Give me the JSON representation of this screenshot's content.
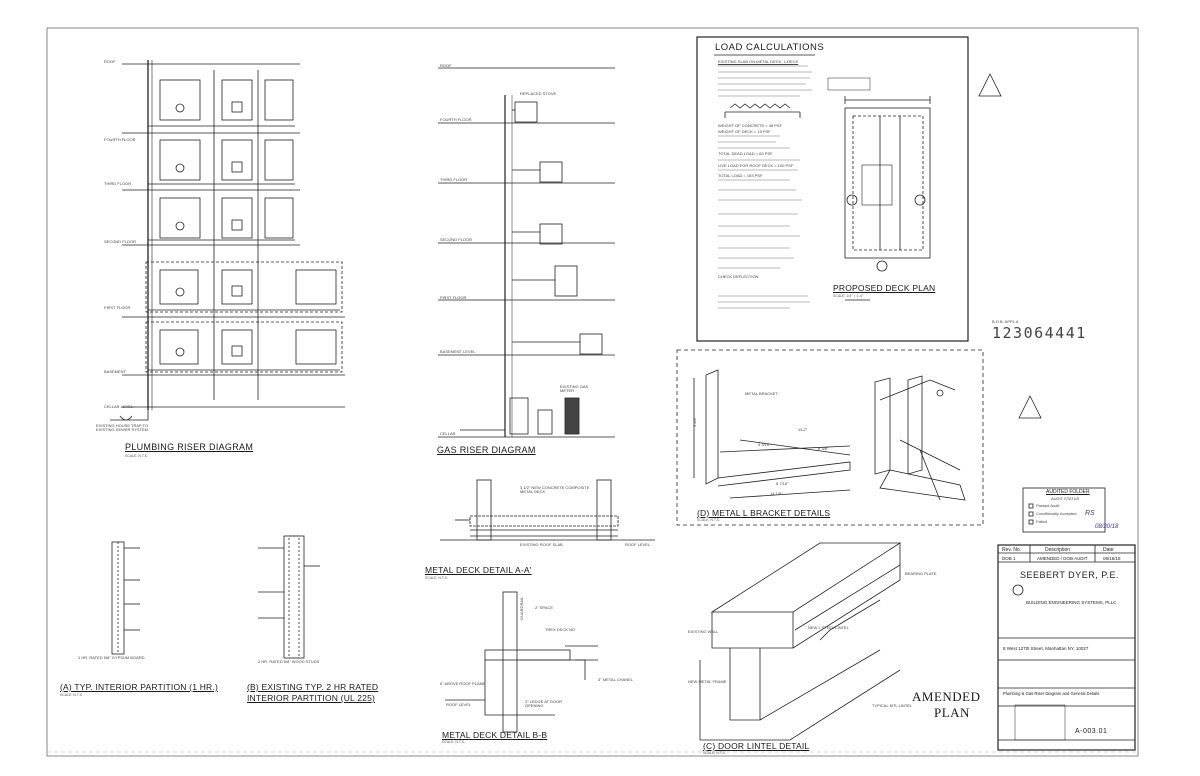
{
  "riser": {
    "title": "PLUMBING RISER DIAGRAM",
    "scale": "SCALE: N.T.S.",
    "floors": [
      "ROOF",
      "FOURTH FLOOR",
      "THIRD FLOOR",
      "SECOND FLOOR",
      "FIRST FLOOR",
      "BASEMENT",
      "CELLAR LEVEL"
    ],
    "note": "EXISTING HOUSE TRAP TO EXISTING SEWER SYSTEM"
  },
  "gas": {
    "title": "GAS RISER DIAGRAM",
    "floors": [
      "ROOF",
      "FOURTH FLOOR",
      "THIRD FLOOR",
      "SECOND FLOOR",
      "FIRST FLOOR",
      "BASEMENT LEVEL",
      "CELLAR"
    ],
    "stove_label": "REPLACED STOVE",
    "meter_label": "EXISTING GAS METER"
  },
  "load": {
    "title": "LOAD CALCULATIONS",
    "deck_title": "PROPOSED DECK PLAN",
    "scale": "SCALE: 1/4\" = 1'-0\"",
    "lines": [
      "EXISTING SLAB ON METAL DECK, L-DECK",
      "WEIGHT OF CONCRETE = 48 PSF",
      "WEIGHT OF DECK = 15 PSF",
      "TOTAL DEAD LOAD = 63 PSF",
      "LIVE LOAD FOR ROOF DECK = 100 PSF",
      "TOTAL LOAD = 163 PSF",
      "CHECK DEFLECTION"
    ]
  },
  "bracket": {
    "title": "(D) METAL L BRACKET DETAILS",
    "scale": "SCALE: N.T.S.",
    "label": "METAL BRACKET",
    "dims": [
      "15.2\"",
      "5 3/16\"",
      "6 7/16\"",
      "14 1/8\"",
      "6 3/8\"",
      "4 5/8\""
    ]
  },
  "bbl": {
    "label": "B.O.B. APPL #",
    "number": "123064441"
  },
  "partitions": {
    "a_title": "(A) TYP. INTERIOR PARTITION (1 HR.)",
    "b_title": "(B) EXISTING TYP. 2 HR RATED",
    "b_title2": "INTERIOR PARTITION (UL 225)",
    "scale": "SCALE: N.T.S.",
    "a_note": "1 HR. RATED 5/8\" GYPSUM BOARD",
    "b_note": "2 HR. RATED 5/8\" WOOD STUDS"
  },
  "deckA": {
    "title": "METAL DECK DETAIL A-A'",
    "scale": "SCALE: N.T.S.",
    "notes": [
      "3 1/2\" NEW CONCRETE COMPOSITE METAL DECK",
      "EXISTING ROOF SLAB",
      "ROOF LEVEL"
    ]
  },
  "deckB": {
    "title": "METAL DECK DETAIL B-B",
    "scale": "SCALE: N.T.S.",
    "notes": [
      "2\" SPACE",
      "TREX DECK NO",
      "3\" METAL CHANEL",
      "2\" LEDGE AT DOOR OPENING",
      "6\" ABOVE ROOF PLANE",
      "ROOF LEVEL",
      "GUARDRAIL"
    ]
  },
  "lintel": {
    "title": "(C) DOOR LINTEL DETAIL",
    "scale": "SCALE: N.T.S.",
    "notes": [
      "NEW L STEEL LINTEL",
      "BEARING PLATE",
      "EXISTING WALL",
      "TYPICAL MTL LINTEL",
      "NEW METAL FRAME"
    ]
  },
  "stamp": {
    "title": "AUDITED FOLDER",
    "sub": "AUDIT STATUS",
    "opts": [
      "Passed Audit",
      "Conditionally Accepted",
      "Failed"
    ],
    "initials": "RS",
    "date": "08/20/18"
  },
  "titleblock": {
    "rev_label": "Rev. No.",
    "desc_label": "Description",
    "date_label": "Date",
    "rev": "DOB 1",
    "desc": "AMENDED / DOB AUDIT",
    "date": "08/16/18",
    "engineer": "SEEBERT DYER, P.E.",
    "firm": "BUILDING ENGINEERING SYSTEMS, PLLC",
    "address": "8 West 127th Street, Manhattan NY, 10027",
    "drawing_title": "Plumbing & Gas Riser Diagram and General Details",
    "drawing_no": "A-003.01"
  },
  "amended": {
    "line1": "AMENDED",
    "line2": "PLAN"
  }
}
